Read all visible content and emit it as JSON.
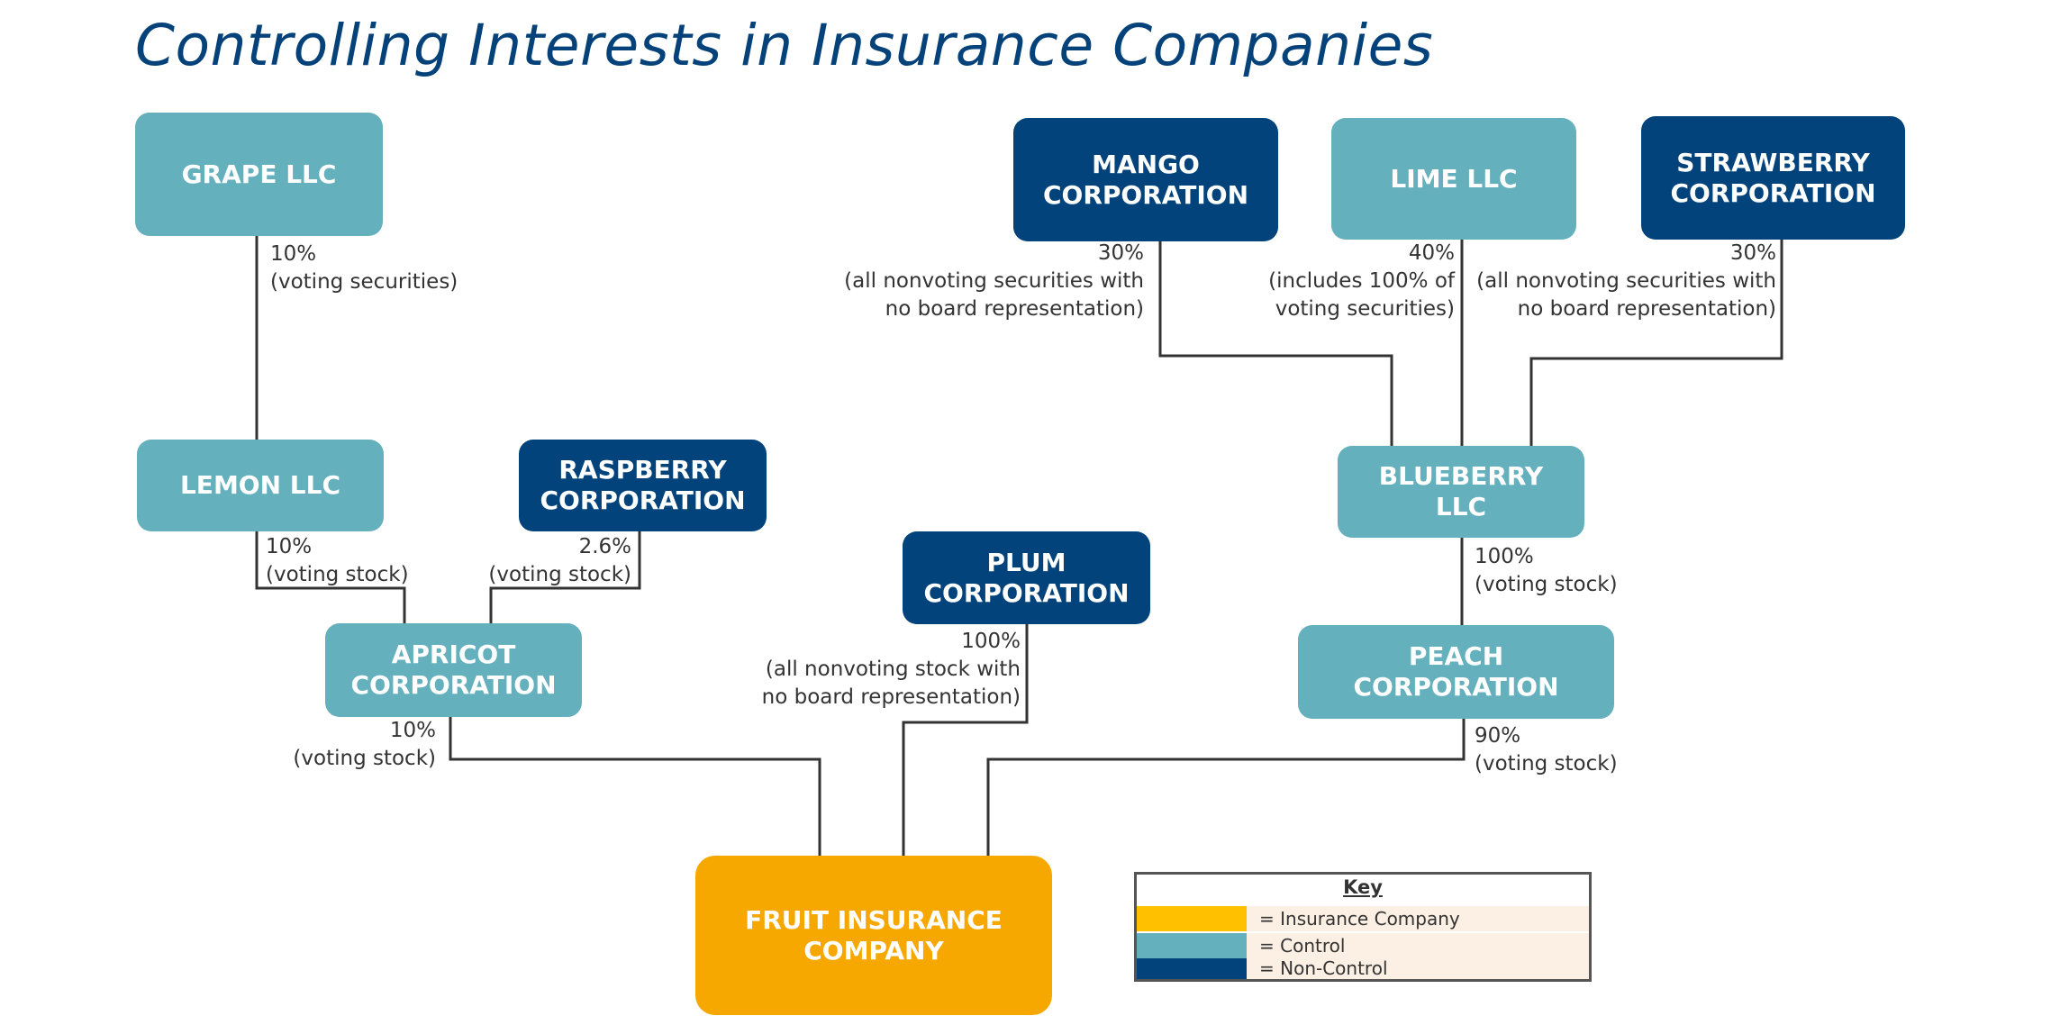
{
  "title": "Controlling Interests in Insurance Companies",
  "entities": {
    "grape": {
      "line1": "GRAPE LLC",
      "type": "control"
    },
    "lemon": {
      "line1": "LEMON LLC",
      "type": "control"
    },
    "raspberry": {
      "line1": "RASPBERRY",
      "line2": "CORPORATION",
      "type": "non-control"
    },
    "apricot": {
      "line1": "APRICOT",
      "line2": "CORPORATION",
      "type": "control"
    },
    "plum": {
      "line1": "PLUM",
      "line2": "CORPORATION",
      "type": "non-control"
    },
    "mango": {
      "line1": "MANGO",
      "line2": "CORPORATION",
      "type": "non-control"
    },
    "lime": {
      "line1": "LIME LLC",
      "type": "control"
    },
    "strawberry": {
      "line1": "STRAWBERRY",
      "line2": "CORPORATION",
      "type": "non-control"
    },
    "blueberry": {
      "line1": "BLUEBERRY",
      "line2": "LLC",
      "type": "control"
    },
    "peach": {
      "line1": "PEACH",
      "line2": "CORPORATION",
      "type": "control"
    },
    "fruit": {
      "line1": "FRUIT INSURANCE",
      "line2": "COMPANY",
      "type": "insurance"
    }
  },
  "ownership": {
    "grape_lemon": {
      "pct": "10%",
      "line1": "(voting securities)"
    },
    "lemon_apricot": {
      "pct": "10%",
      "line1": "(voting stock)"
    },
    "raspberry_apricot": {
      "pct": "2.6%",
      "line1": "(voting stock)"
    },
    "apricot_fruit": {
      "pct": "10%",
      "line1": "(voting stock)"
    },
    "plum_fruit": {
      "pct": "100%",
      "line1": "(all nonvoting stock with",
      "line2": "no board representation)"
    },
    "mango_blueberry": {
      "pct": "30%",
      "line1": "(all nonvoting securities with",
      "line2": "no board representation)"
    },
    "lime_blueberry": {
      "pct": "40%",
      "line1": "(includes 100% of",
      "line2": "voting securities)"
    },
    "strawberry_blueberry": {
      "pct": "30%",
      "line1": "(all nonvoting securities with",
      "line2": "no board representation)"
    },
    "blueberry_peach": {
      "pct": "100%",
      "line1": "(voting stock)"
    },
    "peach_fruit": {
      "pct": "90%",
      "line1": "(voting stock)"
    }
  },
  "key": {
    "title": "Key",
    "items": [
      {
        "label": "=  Insurance Company",
        "color": "#ffc000"
      },
      {
        "label": "=  Control",
        "color": "#64b0bc"
      },
      {
        "label": "=  Non-Control",
        "color": "#02437b"
      }
    ]
  },
  "colors": {
    "control": "#64b0bc",
    "non_control": "#02437b",
    "insurance": "#f6a800",
    "title": "#05427a",
    "line": "#333333"
  }
}
